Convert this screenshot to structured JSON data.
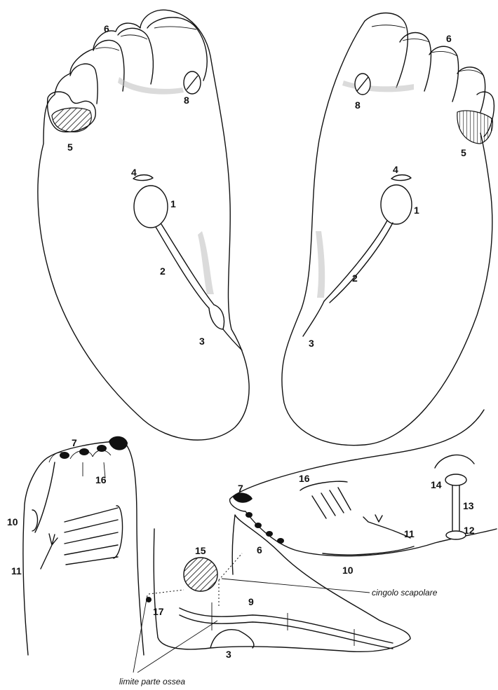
{
  "labels": {
    "n1": "1",
    "n2": "2",
    "n3": "3",
    "n4": "4",
    "n5": "5",
    "n6": "6",
    "n7": "7",
    "n8": "8",
    "n9": "9",
    "n10": "10",
    "n11": "11",
    "n12": "12",
    "n13": "13",
    "n14": "14",
    "n15": "15",
    "n16": "16",
    "n17": "17"
  },
  "captions": {
    "cingolo": "cingolo scapolare",
    "limite": "limite parte ossea"
  }
}
